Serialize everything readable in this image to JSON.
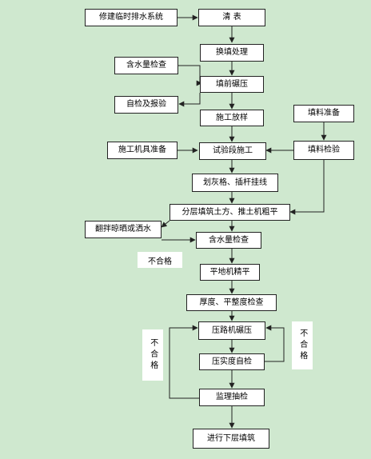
{
  "diagram": {
    "nodes": {
      "drainage": "修建临时排水系统",
      "clear": "清  表",
      "replace": "换填处理",
      "moisture_check_1": "含水量检查",
      "pre_compact": "填前碾压",
      "self_check": "自检及报验",
      "layout": "施工放样",
      "material_prep": "填料准备",
      "machine_prep": "施工机具准备",
      "test_section": "试验段施工",
      "material_test": "填料检验",
      "lime_grid": "划灰格、插杆挂线",
      "layer_fill": "分层填筑土方、推土机粗平",
      "dry_water": "翻拌晾晒或洒水",
      "moisture_check_2": "含水量检查",
      "grader": "平地机精平",
      "thickness_check": "厚度、平整度检查",
      "roller": "压路机碾压",
      "compaction_check": "压实度自检",
      "supervision": "监理抽检",
      "next_layer": "进行下层填筑"
    },
    "labels": {
      "fail_horizontal": "不合格",
      "fail_left": "不合格",
      "fail_right": "不合格"
    }
  },
  "colors": {
    "background": "#cfe8cf",
    "box": "#ffffff",
    "line": "#222222"
  }
}
